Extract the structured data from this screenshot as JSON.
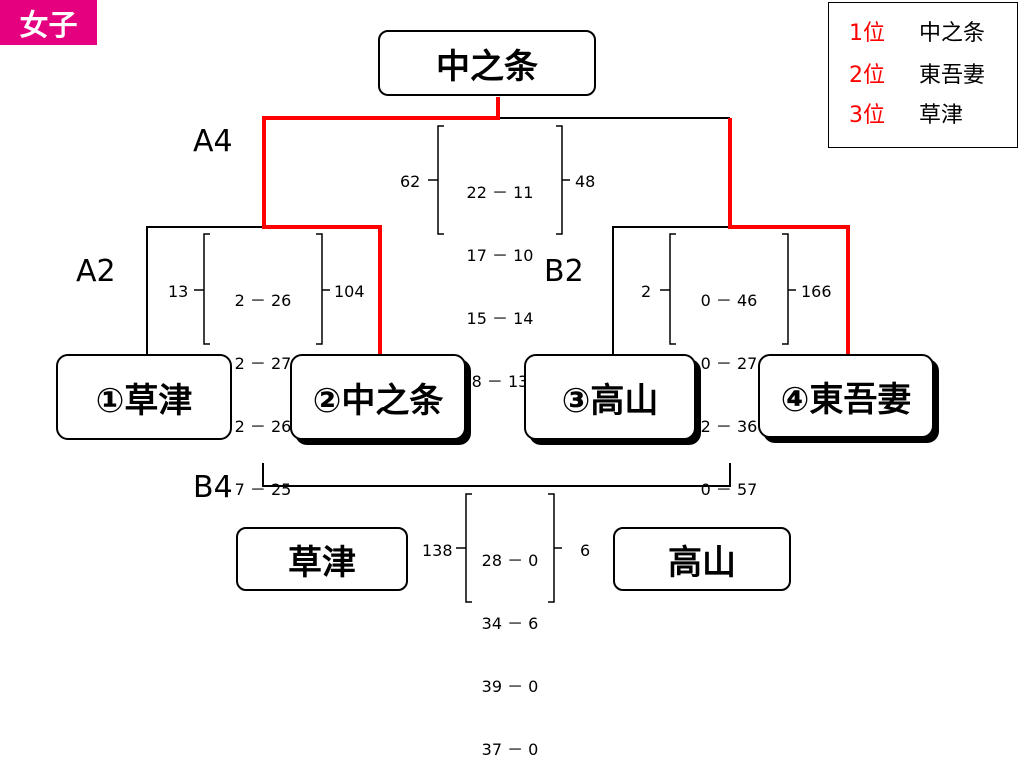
{
  "category_tag": "女子",
  "ranking": [
    {
      "rank": "1位",
      "team": "中之条"
    },
    {
      "rank": "2位",
      "team": "東吾妻"
    },
    {
      "rank": "3位",
      "team": "草津"
    }
  ],
  "final": {
    "winner": "中之条",
    "round": "A4",
    "left_total": "62",
    "right_total": "48",
    "scores": [
      "22 － 11",
      "17 － 10",
      "15 － 14",
      "8 － 13"
    ]
  },
  "semi_a": {
    "round": "A2",
    "left_total": "13",
    "right_total": "104",
    "scores": [
      "2 － 26",
      "2 － 27",
      "2 － 26",
      "7 － 25"
    ]
  },
  "semi_b": {
    "round": "B2",
    "left_total": "2",
    "right_total": "166",
    "scores": [
      "0 － 46",
      "0 － 27",
      "2 － 36",
      "0 － 57"
    ]
  },
  "teams": [
    "①草津",
    "②中之条",
    "③高山",
    "④東吾妻"
  ],
  "third_place": {
    "round": "B4",
    "left_team": "草津",
    "right_team": "高山",
    "left_total": "138",
    "right_total": "6",
    "scores": [
      "28 － 0",
      "34 － 6",
      "39 － 0",
      "37 － 0"
    ]
  },
  "colors": {
    "win_line": "#ff0000",
    "tag_bg": "#e4007f",
    "rank_text": "#ff0000"
  }
}
